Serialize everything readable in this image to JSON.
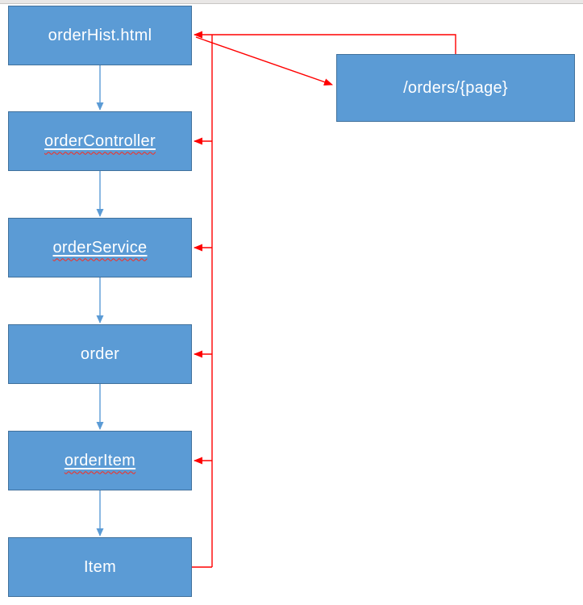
{
  "diagram": {
    "title": "order history call flow",
    "colors": {
      "node_fill": "#5b9bd5",
      "node_border": "#41719c",
      "flow_arrow_color": "#5b9bd5",
      "return_arrow_color": "#ff0000",
      "node_text": "#ffffff",
      "topbar": "#e9e7e6"
    },
    "nodes": [
      {
        "id": "orderhist-html",
        "label": "orderHist.html",
        "underlined": false
      },
      {
        "id": "ordercontroller",
        "label": "orderController",
        "underlined": true
      },
      {
        "id": "orderservice",
        "label": "orderService",
        "underlined": true
      },
      {
        "id": "order",
        "label": "order",
        "underlined": false
      },
      {
        "id": "orderitem",
        "label": "orderItem",
        "underlined": true
      },
      {
        "id": "item",
        "label": "Item",
        "underlined": false
      },
      {
        "id": "endpoint",
        "label": "/orders/{page}",
        "underlined": false
      }
    ],
    "connectors": [
      {
        "from": "orderhist-html",
        "to": "ordercontroller",
        "style": "blue-down-arrow"
      },
      {
        "from": "ordercontroller",
        "to": "orderservice",
        "style": "blue-down-arrow"
      },
      {
        "from": "orderservice",
        "to": "order",
        "style": "blue-down-arrow"
      },
      {
        "from": "order",
        "to": "orderitem",
        "style": "blue-down-arrow"
      },
      {
        "from": "orderitem",
        "to": "item",
        "style": "blue-down-arrow"
      },
      {
        "from": "orderhist-html",
        "to": "endpoint",
        "style": "red-diagonal-arrow"
      },
      {
        "from": "endpoint",
        "to": "orderhist-html",
        "style": "red-elbow-arrow"
      },
      {
        "from": "item",
        "to": [
          "orderitem",
          "order",
          "orderservice",
          "ordercontroller",
          "orderhist-html"
        ],
        "style": "red-vertical-bus-arrows"
      }
    ]
  }
}
